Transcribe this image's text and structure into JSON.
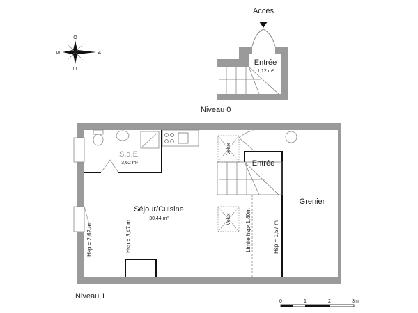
{
  "compass": {
    "north": "N",
    "south": "S",
    "east": "E",
    "west": "O"
  },
  "level0": {
    "title": "Niveau 0",
    "access_label": "Accès",
    "rooms": [
      {
        "name": "Entrée",
        "area": "1,12 m²"
      }
    ]
  },
  "level1": {
    "title": "Niveau 1",
    "rooms": [
      {
        "name": "S.d.E.",
        "area": "3,62 m²"
      },
      {
        "name": "Séjour/Cuisine",
        "area": "30,44 m²"
      },
      {
        "name": "Entrée"
      },
      {
        "name": "Grenier"
      }
    ],
    "skylights": [
      "Velux",
      "Velux"
    ],
    "heights": [
      "Hsp = 2,62 m",
      "Hsp = 3,47 m",
      "Hsp = 1,57 m"
    ],
    "limit_label": "Limite hsp<1,80m"
  },
  "scale_bar": {
    "labels": [
      "0",
      "1",
      "2",
      "3m"
    ]
  },
  "colors": {
    "wall": "#9a9a9a",
    "line": "#111111"
  }
}
